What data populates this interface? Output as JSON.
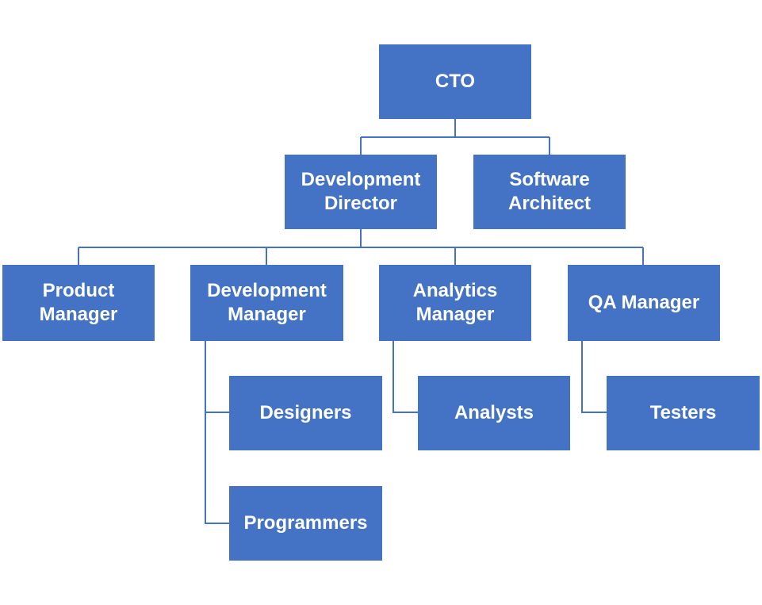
{
  "colors": {
    "box_fill": "#4472c4",
    "box_text": "#ffffff",
    "connector": "#4472c4",
    "background": "#ffffff"
  },
  "org_chart": {
    "cto": "CTO",
    "development_director": "Development\nDirector",
    "software_architect": "Software\nArchitect",
    "product_manager": "Product\nManager",
    "development_manager": "Development\nManager",
    "analytics_manager": "Analytics\nManager",
    "qa_manager": "QA Manager",
    "designers": "Designers",
    "programmers": "Programmers",
    "analysts": "Analysts",
    "testers": "Testers"
  }
}
